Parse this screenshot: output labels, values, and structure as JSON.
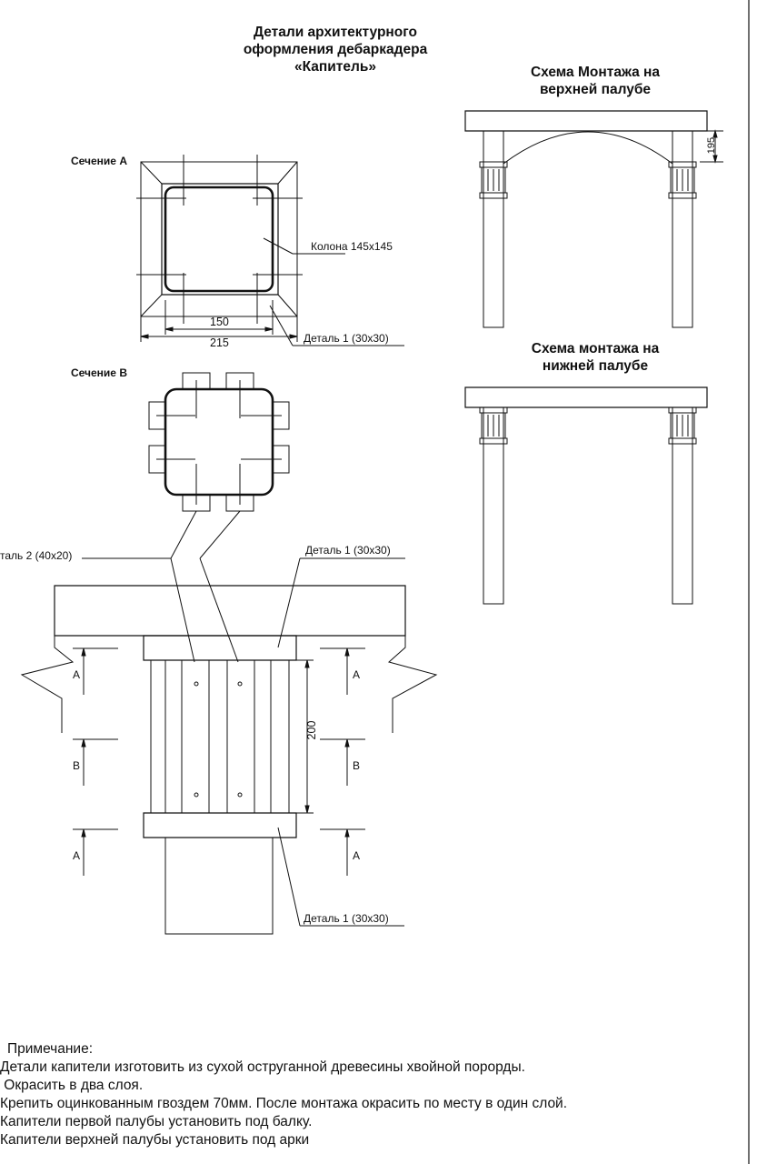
{
  "title": {
    "line1": "Детали архитектурного",
    "line2": "оформления дебаркадера",
    "line3": "«Капитель»"
  },
  "upper_scheme": {
    "title_line1": "Схема  Монтажа на",
    "title_line2": "верхней палубе",
    "dim_195": "195"
  },
  "lower_scheme": {
    "title_line1": "Схема  монтажа на",
    "title_line2": "нижней палубе"
  },
  "section_a": {
    "label": "Сечение А",
    "column_label": "Колона 145х145",
    "dim_150": "150",
    "dim_215": "215",
    "detail1_label": "Деталь 1  (30х30)"
  },
  "section_b": {
    "label": "Сечение В"
  },
  "elevation": {
    "detail2_label": "таль 2  (40х20)",
    "detail1_top_label": "Деталь 1  (30х30)",
    "detail1_bottom_label": "Деталь 1  (30х30)",
    "dim_200": "200",
    "cut_marks": [
      "А",
      "В",
      "А",
      "А",
      "В",
      "А"
    ]
  },
  "notes": {
    "heading": "Примечание:",
    "lines": [
      "Детали капители изготовить из сухой оструганной древесины хвойной порорды.",
      " Окрасить в два слоя.",
      "Крепить оцинкованным гвоздем 70мм. После монтажа окрасить по месту в один слой.",
      "Капители первой палубы установить под балку.",
      "Капители верхней палубы установить под арки"
    ]
  }
}
